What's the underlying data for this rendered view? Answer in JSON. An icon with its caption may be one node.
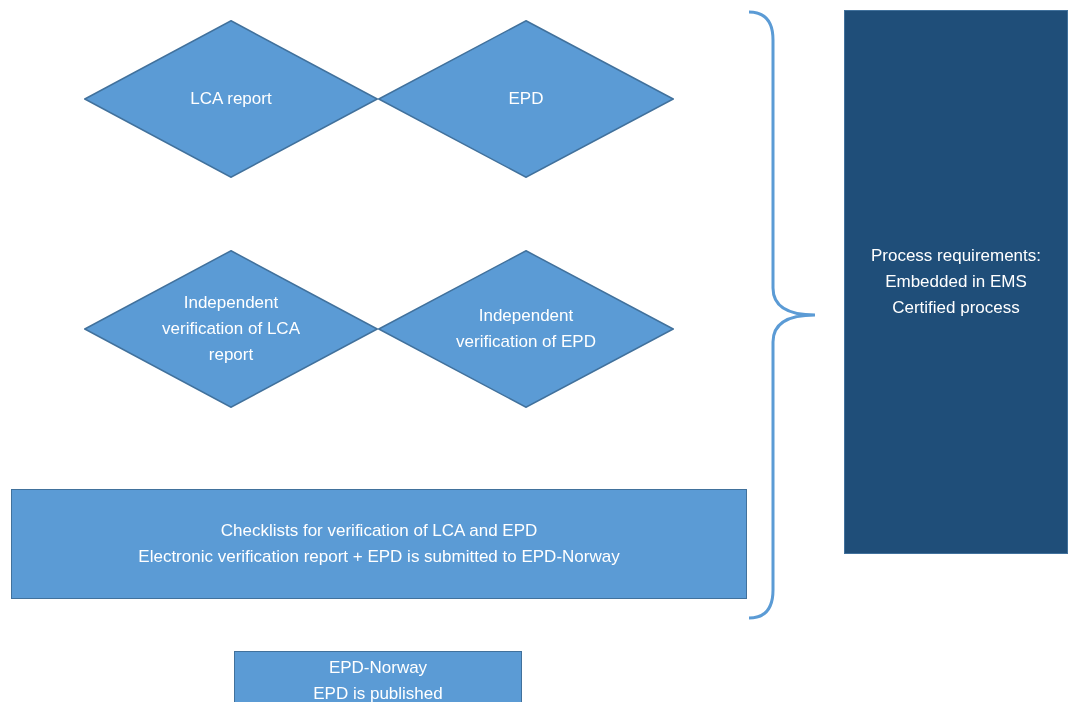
{
  "diagram": {
    "nodes": [
      {
        "text": [
          "LCA report"
        ]
      },
      {
        "text": [
          "EPD"
        ]
      },
      {
        "text": [
          "Independent verification of LCA report"
        ]
      },
      {
        "text": [
          "Independent verification of EPD"
        ]
      },
      {
        "text": [
          "Checklists for verification of LCA and EPD",
          "Electronic verification report + EPD is submitted to EPD-Norway"
        ]
      },
      {
        "text": [
          "Process requirements:",
          "Embedded in EMS",
          "Certified process"
        ]
      },
      {
        "text": [
          "EPD-Norway",
          "EPD is published"
        ]
      }
    ]
  }
}
